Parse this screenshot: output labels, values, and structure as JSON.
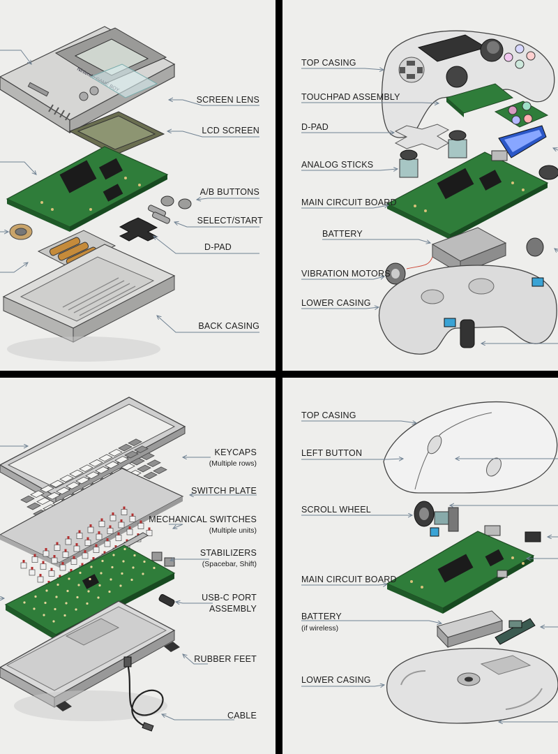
{
  "panels": {
    "gameboy": {
      "device_logo": "Nintendo GAME BOY",
      "labels": {
        "screen_lens": "SCREEN LENS",
        "lcd_screen": "LCD SCREEN",
        "ab_buttons": "A/B BUTTONS",
        "select_start": "SELECT/START",
        "dpad": "D-PAD",
        "back_casing": "BACK CASING"
      }
    },
    "controller": {
      "labels": {
        "top_casing": "TOP CASING",
        "touchpad_assembly": "TOUCHPAD ASSEMBLY",
        "dpad": "D-PAD",
        "analog_sticks": "ANALOG STICKS",
        "main_circuit_board": "MAIN CIRCUIT BOARD",
        "battery": "BATTERY",
        "vibration_motors": "VIBRATION MOTORS",
        "lower_casing": "LOWER CASING"
      }
    },
    "keyboard": {
      "labels": {
        "keycaps": "KEYCAPS",
        "keycaps_note": "(Multiple rows)",
        "switch_plate": "SWITCH PLATE",
        "mechanical_switches": "MECHANICAL SWITCHES",
        "mechanical_switches_note": "(Multiple units)",
        "stabilizers": "STABILIZERS",
        "stabilizers_note": "(Spacebar, Shift)",
        "usbc_port_line1": "USB-C PORT",
        "usbc_port_line2": "ASSEMBLY",
        "rubber_feet": "RUBBER FEET",
        "cable": "CABLE"
      }
    },
    "mouse": {
      "labels": {
        "top_casing": "TOP CASING",
        "left_button": "LEFT BUTTON",
        "scroll_wheel": "SCROLL WHEEL",
        "main_circuit_board": "MAIN CIRCUIT BOARD",
        "battery": "BATTERY",
        "battery_note": "(if wireless)",
        "lower_casing": "LOWER CASING"
      }
    }
  },
  "colors": {
    "background": "#eeeeec",
    "divider": "#000000",
    "pcb_green": "#2f7d3a",
    "casing_gray": "#c9c9c9",
    "leader_line": "#6f8192"
  }
}
